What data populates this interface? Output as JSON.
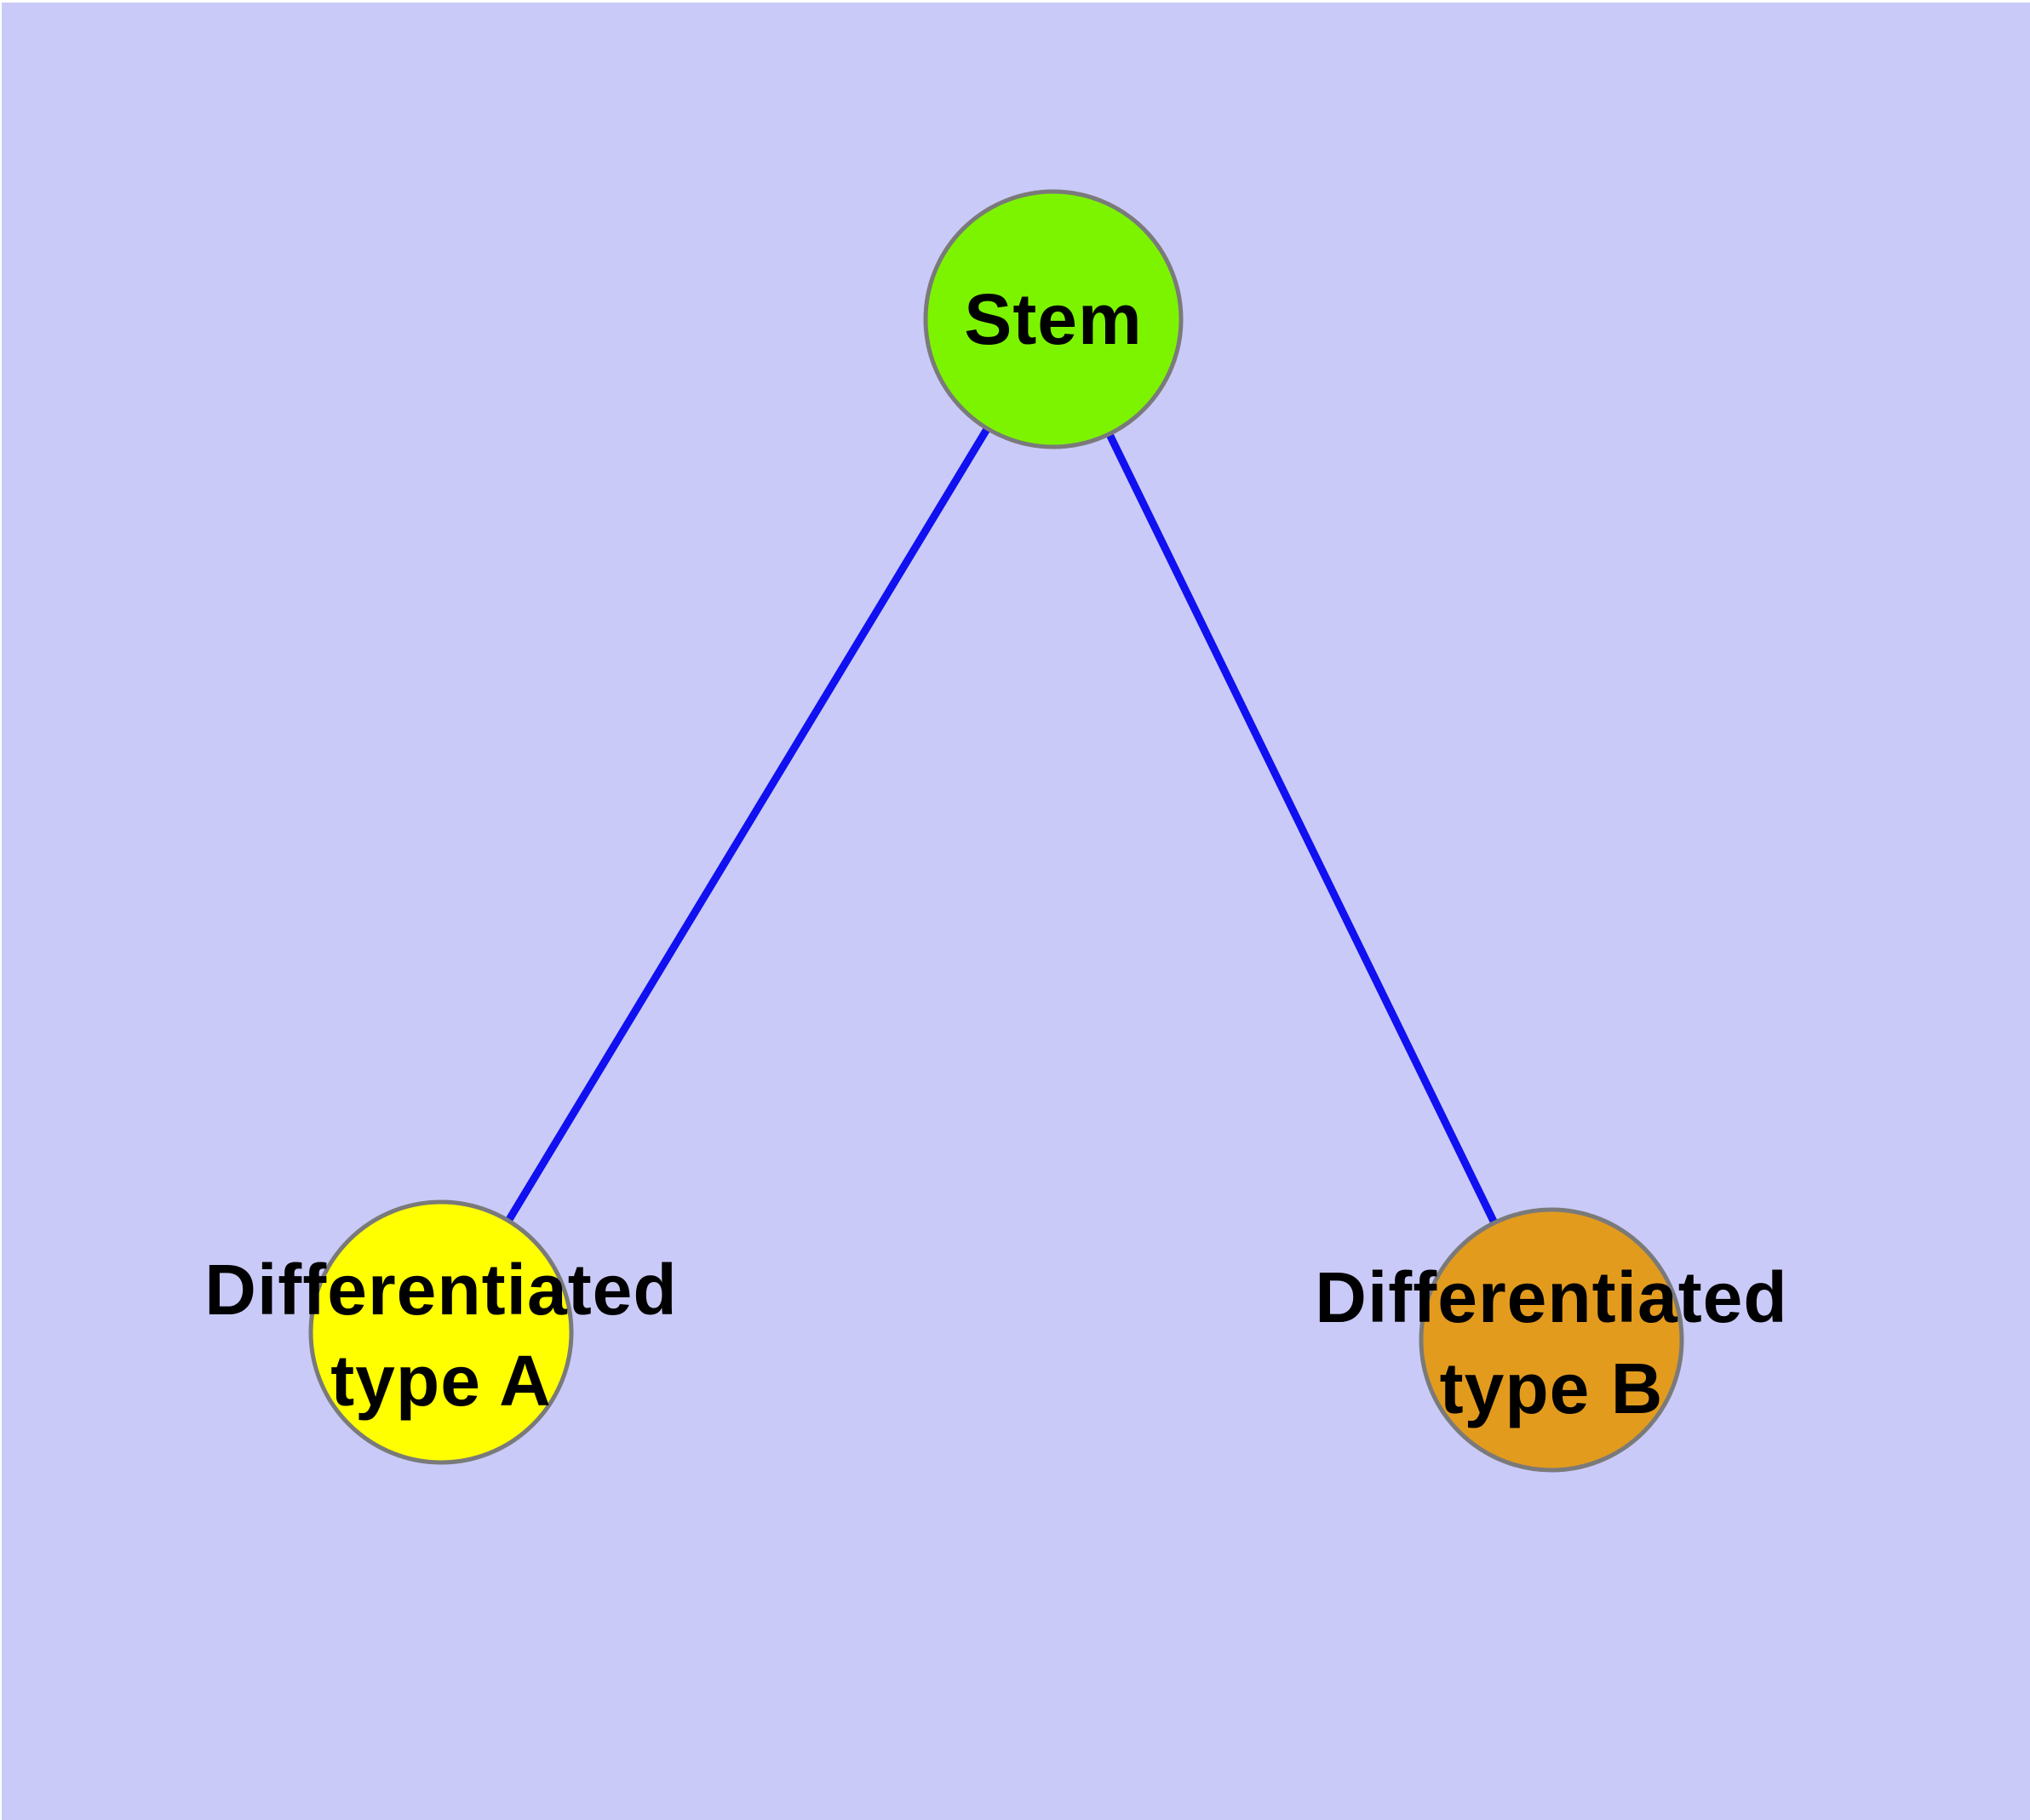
{
  "diagram": {
    "type": "graph",
    "description": "Stem cell differentiation graph with one root node and two differentiated child nodes",
    "background_color": "#CACAF8",
    "edge_color": "#1010F0",
    "node_border_color": "#7A7A7A",
    "nodes": {
      "stem": {
        "id": "stem",
        "label": "Stem",
        "fill_color": "#7CF400"
      },
      "type_a": {
        "id": "type_a",
        "label": "Differentiated type A",
        "label_line1": "Differentiated",
        "label_line2": "type A",
        "fill_color": "#FFFF00"
      },
      "type_b": {
        "id": "type_b",
        "label": "Differentiated type B",
        "label_line1": "Differentiated",
        "label_line2": "type B",
        "fill_color": "#E39B1E"
      }
    },
    "edges": [
      {
        "from": "Stem",
        "to": "Differentiated type A"
      },
      {
        "from": "Stem",
        "to": "Differentiated type B"
      }
    ]
  }
}
